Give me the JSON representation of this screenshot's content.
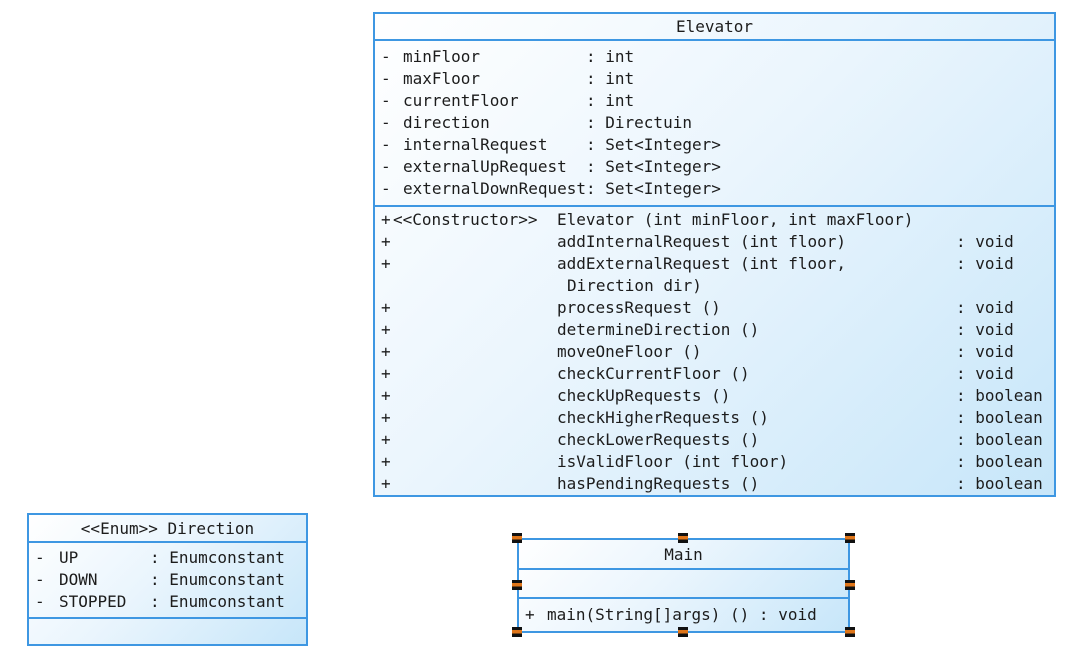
{
  "palette": {
    "canvas_bg": "#ffffff",
    "border": "#3e97e2",
    "fill_bottom": "#c7e6f9",
    "text": "#1c1c1c",
    "handle_black": "#111111",
    "handle_orange": "#e0761a"
  },
  "elevator_class": {
    "title": "Elevator",
    "attributes": [
      {
        "visibility": "-",
        "name": "minFloor",
        "type": ": int"
      },
      {
        "visibility": "-",
        "name": "maxFloor",
        "type": ": int"
      },
      {
        "visibility": "-",
        "name": "currentFloor",
        "type": ": int"
      },
      {
        "visibility": "-",
        "name": "direction",
        "type": ": Directuin"
      },
      {
        "visibility": "-",
        "name": "internalRequest",
        "type": ": Set<Integer>"
      },
      {
        "visibility": "-",
        "name": "externalUpRequest",
        "type": ": Set<Integer>"
      },
      {
        "visibility": "-",
        "name": "externalDownRequest",
        "type": ": Set<Integer>"
      }
    ],
    "methods": [
      {
        "visibility": "+",
        "stereotype": "<<Constructor>>",
        "signature": "Elevator (int minFloor, int maxFloor)",
        "returns": ""
      },
      {
        "visibility": "+",
        "stereotype": "",
        "signature": "addInternalRequest (int floor)",
        "returns": ": void"
      },
      {
        "visibility": "+",
        "stereotype": "",
        "signature": "addExternalRequest (int floor,",
        "returns": ": void"
      },
      {
        "visibility": "",
        "stereotype": "",
        "signature": "Direction dir)",
        "returns": ""
      },
      {
        "visibility": "+",
        "stereotype": "",
        "signature": "processRequest ()",
        "returns": ": void"
      },
      {
        "visibility": "+",
        "stereotype": "",
        "signature": "determineDirection ()",
        "returns": ": void"
      },
      {
        "visibility": "+",
        "stereotype": "",
        "signature": "moveOneFloor ()",
        "returns": ": void"
      },
      {
        "visibility": "+",
        "stereotype": "",
        "signature": "checkCurrentFloor ()",
        "returns": ": void"
      },
      {
        "visibility": "+",
        "stereotype": "",
        "signature": "checkUpRequests ()",
        "returns": ": boolean"
      },
      {
        "visibility": "+",
        "stereotype": "",
        "signature": "checkHigherRequests ()",
        "returns": ": boolean"
      },
      {
        "visibility": "+",
        "stereotype": "",
        "signature": "checkLowerRequests ()",
        "returns": ": boolean"
      },
      {
        "visibility": "+",
        "stereotype": "",
        "signature": "isValidFloor (int floor)",
        "returns": ": boolean"
      },
      {
        "visibility": "+",
        "stereotype": "",
        "signature": "hasPendingRequests ()",
        "returns": ": boolean"
      }
    ]
  },
  "direction_enum": {
    "title": "<<Enum>> Direction",
    "attributes": [
      {
        "visibility": "-",
        "name": "UP",
        "type": ": Enumconstant"
      },
      {
        "visibility": "-",
        "name": "DOWN",
        "type": ": Enumconstant"
      },
      {
        "visibility": "-",
        "name": "STOPPED",
        "type": ": Enumconstant"
      }
    ]
  },
  "main_class": {
    "title": "Main",
    "selected": true,
    "methods": [
      {
        "visibility": "+",
        "signature": "main(String[]args) () : void"
      }
    ]
  }
}
